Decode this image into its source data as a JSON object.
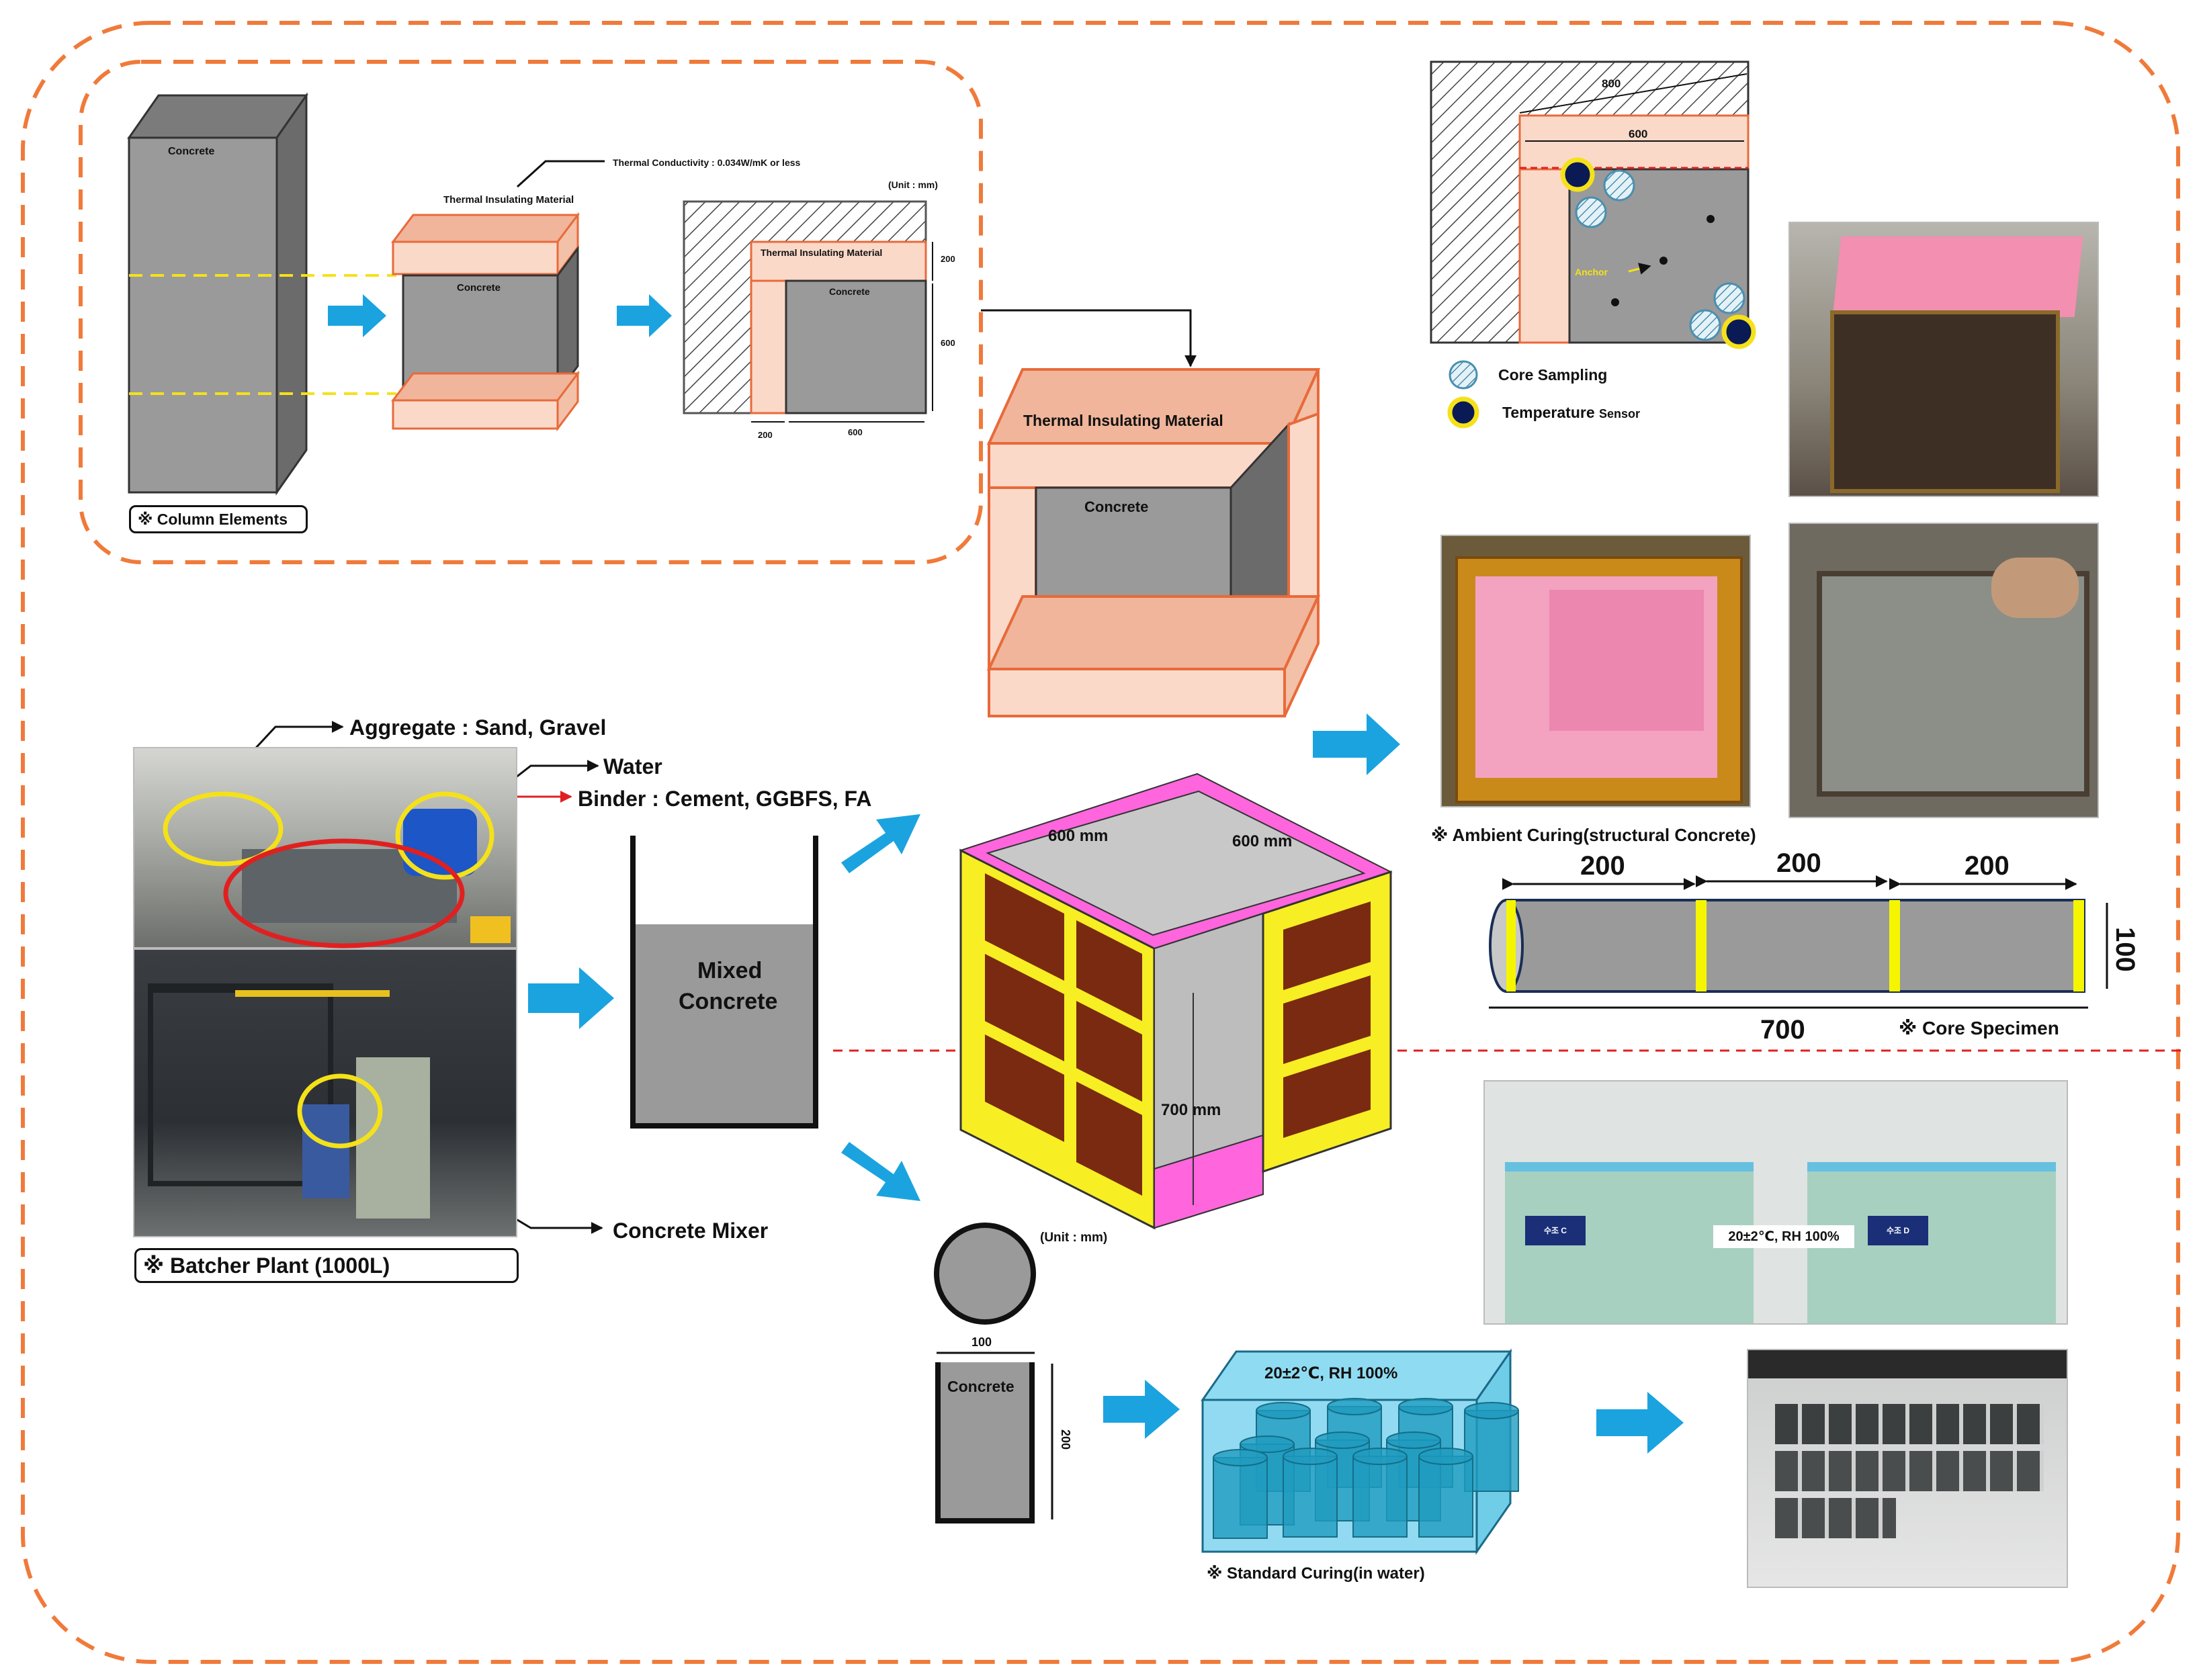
{
  "column_section": {
    "column_label": "Concrete",
    "insulation_label": "Thermal Insulating Material",
    "concrete_label": "Concrete",
    "conductivity_note": "Thermal Conductivity : 0.034W/mK or less",
    "unit_note": "(Unit : mm)",
    "section_insulation": "Thermal Insulating Material",
    "section_concrete": "Concrete",
    "dim_200_top": "200",
    "dim_600_side": "600",
    "dim_200_bottom": "200",
    "dim_600_bottom": "600",
    "caption": "※ Column Elements"
  },
  "insulated_box": {
    "insulation_label": "Thermal Insulating Material",
    "concrete_label": "Concrete"
  },
  "plan_view": {
    "dim_800": "800",
    "dim_600": "600",
    "anchor_label": "Anchor",
    "legend_core": "Core Sampling",
    "legend_temp": "Temperature",
    "legend_temp_small": "Sensor"
  },
  "ambient": {
    "caption": "※ Ambient Curing(structural Concrete)"
  },
  "core_specimen": {
    "seg1": "200",
    "seg2": "200",
    "seg3": "200",
    "total": "700",
    "dia": "100",
    "caption": "※ Core Specimen"
  },
  "batcher": {
    "aggregate": "Aggregate : Sand, Gravel",
    "water": "Water",
    "binder": "Binder : Cement, GGBFS, FA",
    "mixer": "Concrete Mixer",
    "caption": "※ Batcher Plant (1000L)"
  },
  "mixed": {
    "line1": "Mixed",
    "line2": "Concrete"
  },
  "cube": {
    "dim_front": "600 mm",
    "dim_side": "600 mm",
    "dim_height": "700 mm"
  },
  "cylinder": {
    "unit_note": "(Unit : mm)",
    "dia": "100",
    "height": "200",
    "label": "Concrete"
  },
  "standard": {
    "tank_condition": "20±2℃, RH 100%",
    "caption": "※ Standard Curing(in water)",
    "photo_condition": "20±2℃, RH 100%",
    "tank_sign_c": "수조 C",
    "tank_sign_d": "수조 D"
  },
  "colors": {
    "dashed_orange": "#f07a3a",
    "arrow_blue": "#1ba3e0",
    "concrete_gray": "#9a9a9a",
    "insulation_pink": "#fbd9c9",
    "form_yellow": "#f7ee24",
    "form_brown": "#7a2a10",
    "magenta": "#ff66dd",
    "water_blue": "#7fd4ef"
  }
}
